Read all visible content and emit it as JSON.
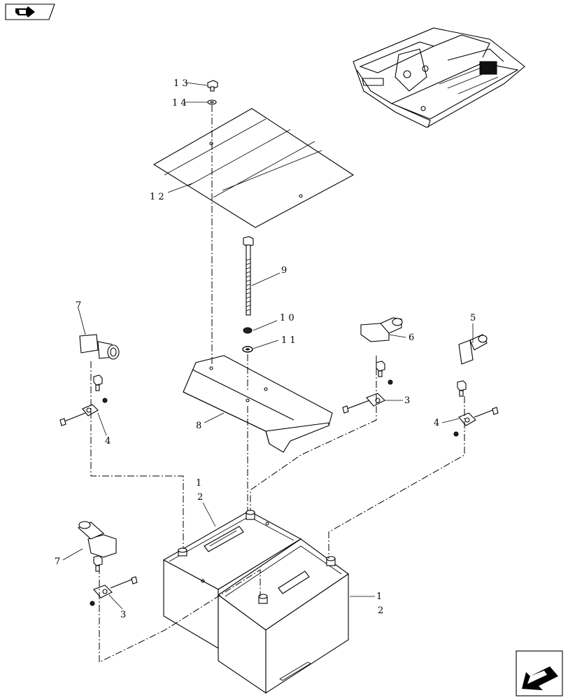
{
  "nav": {
    "back_icon": "return-arrow-icon",
    "next_icon": "next-page-arrow-icon"
  },
  "callouts": {
    "c13": "1 3",
    "c14": "1 4",
    "c12": "1 2",
    "c9": "9",
    "c10": "1 0",
    "c11": "1 1",
    "c7_top": "7",
    "c6": "6",
    "c5": "5",
    "c3_mid": "3",
    "c4_left": "4",
    "c4_right": "4",
    "c8": "8",
    "c1_top": "1",
    "c2_top": "2",
    "c7_bottom": "7",
    "c3_bottom": "3",
    "c1_right": "1",
    "c2_right": "2"
  },
  "colors": {
    "line": "#000000",
    "background": "#ffffff",
    "dark_fill": "#111111"
  }
}
